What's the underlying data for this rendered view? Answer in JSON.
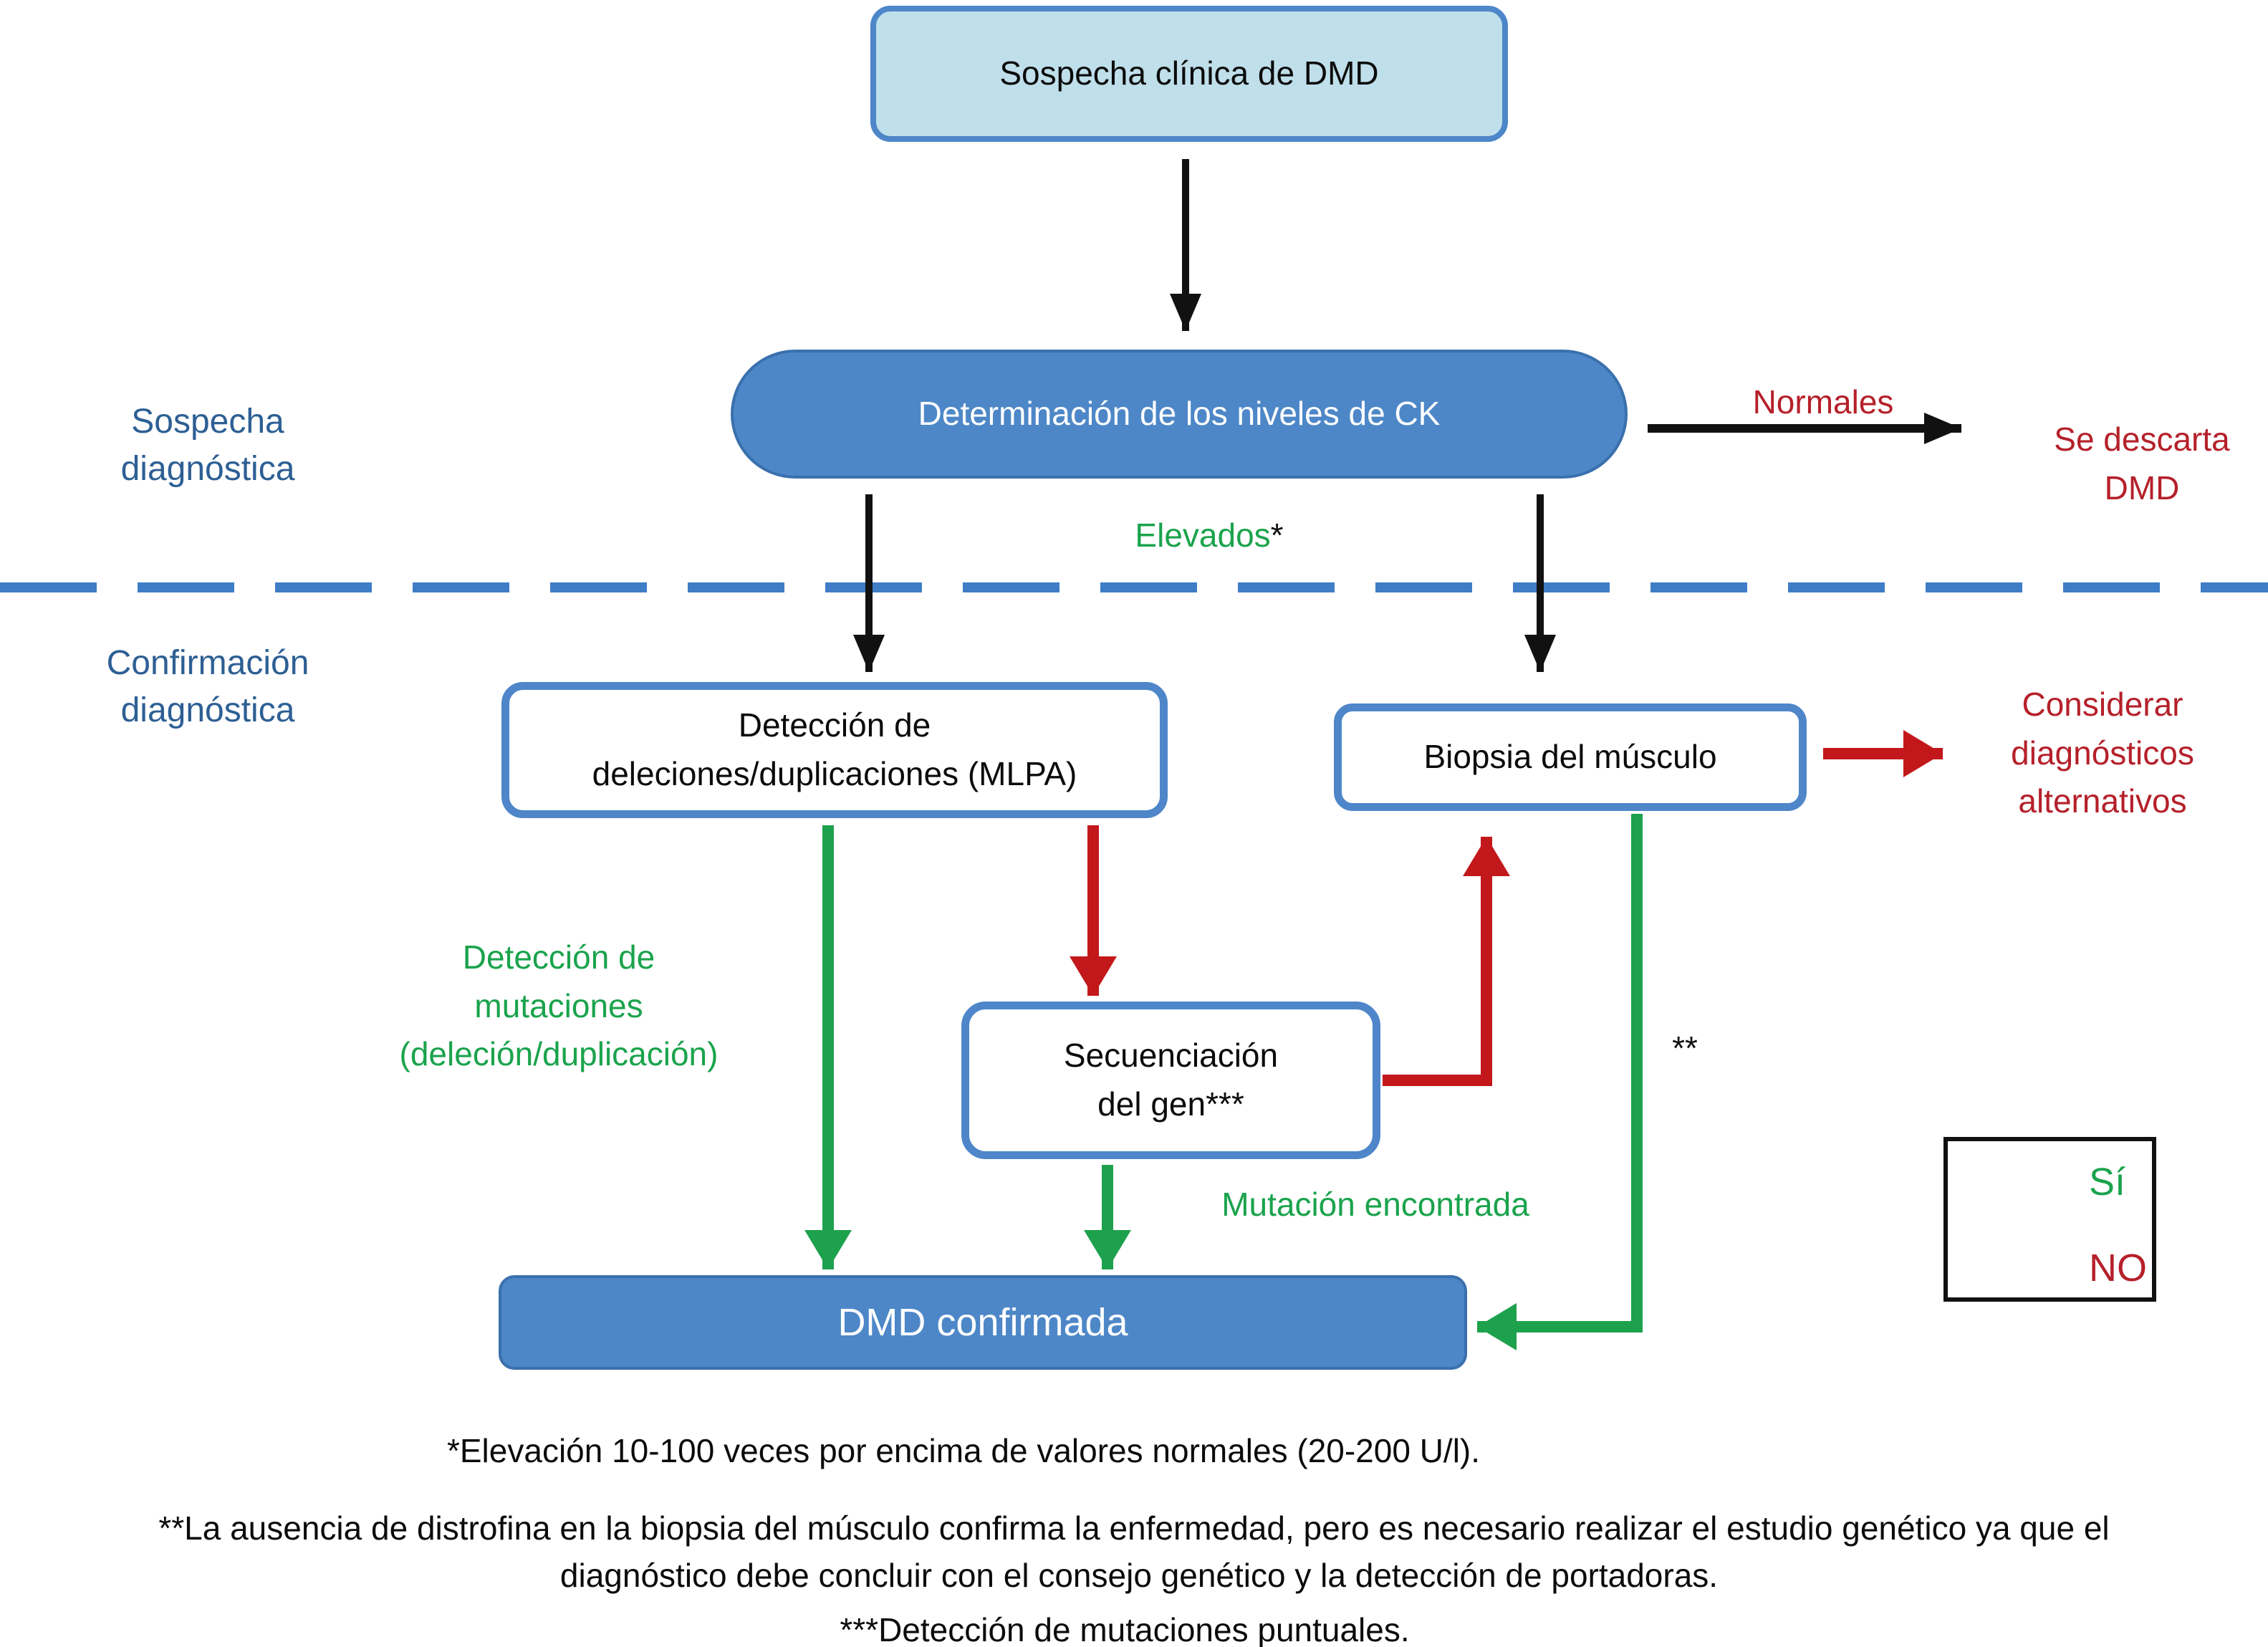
{
  "nodes": {
    "sospecha_clinica": {
      "label": "Sospecha clínica de DMD"
    },
    "ck": {
      "label": "Determinación de los niveles de CK"
    },
    "mlpa": {
      "line1": "Detección de",
      "line2": "deleciones/duplicaciones (MLPA)"
    },
    "biopsia": {
      "label": "Biopsia del músculo"
    },
    "secuenciacion": {
      "line1": "Secuenciación",
      "line2": "del gen***"
    },
    "dmd_confirmada": {
      "label": "DMD confirmada"
    }
  },
  "stage_labels": {
    "sospecha": {
      "line1": "Sospecha",
      "line2": "diagnóstica"
    },
    "confirmacion": {
      "line1": "Confirmación",
      "line2": "diagnóstica"
    }
  },
  "edge_labels": {
    "normales": "Normales",
    "se_descarta": {
      "line1": "Se descarta",
      "line2": "DMD"
    },
    "elevados": {
      "text": "Elevados",
      "asterisk": "*"
    },
    "considerar": {
      "line1": "Considerar",
      "line2": "diagnósticos",
      "line3": "alternativos"
    },
    "deteccion_mutaciones": {
      "line1": "Detección de",
      "line2": "mutaciones",
      "line3": "(deleción/duplicación)"
    },
    "mutacion_encontrada": "Mutación encontrada",
    "doble_asterisco": "**"
  },
  "legend": {
    "si": "Sí",
    "no": "NO"
  },
  "footnotes": {
    "f1": "*Elevación 10-100 veces por encima de valores normales (20-200 U/l).",
    "f2_line1": "**La ausencia de distrofina en la biopsia del músculo confirma la enfermedad, pero es necesario realizar el estudio genético ya que el",
    "f2_line2": "diagnóstico debe concluir con el consejo genético y la detección de portadoras.",
    "f3": "***Detección de mutaciones puntuales."
  },
  "colors": {
    "node_fill_blue": "#4d87c7",
    "node_fill_light_blue": "#bfdfea",
    "node_border_blue": "#4e86c9",
    "divider_blue": "#3f7dc6",
    "stage_label_blue": "#2d5f94",
    "yes_green": "#1ea14d",
    "no_red": "#c2181b",
    "text_red": "#b5202a",
    "text_green": "#1aa34c"
  }
}
